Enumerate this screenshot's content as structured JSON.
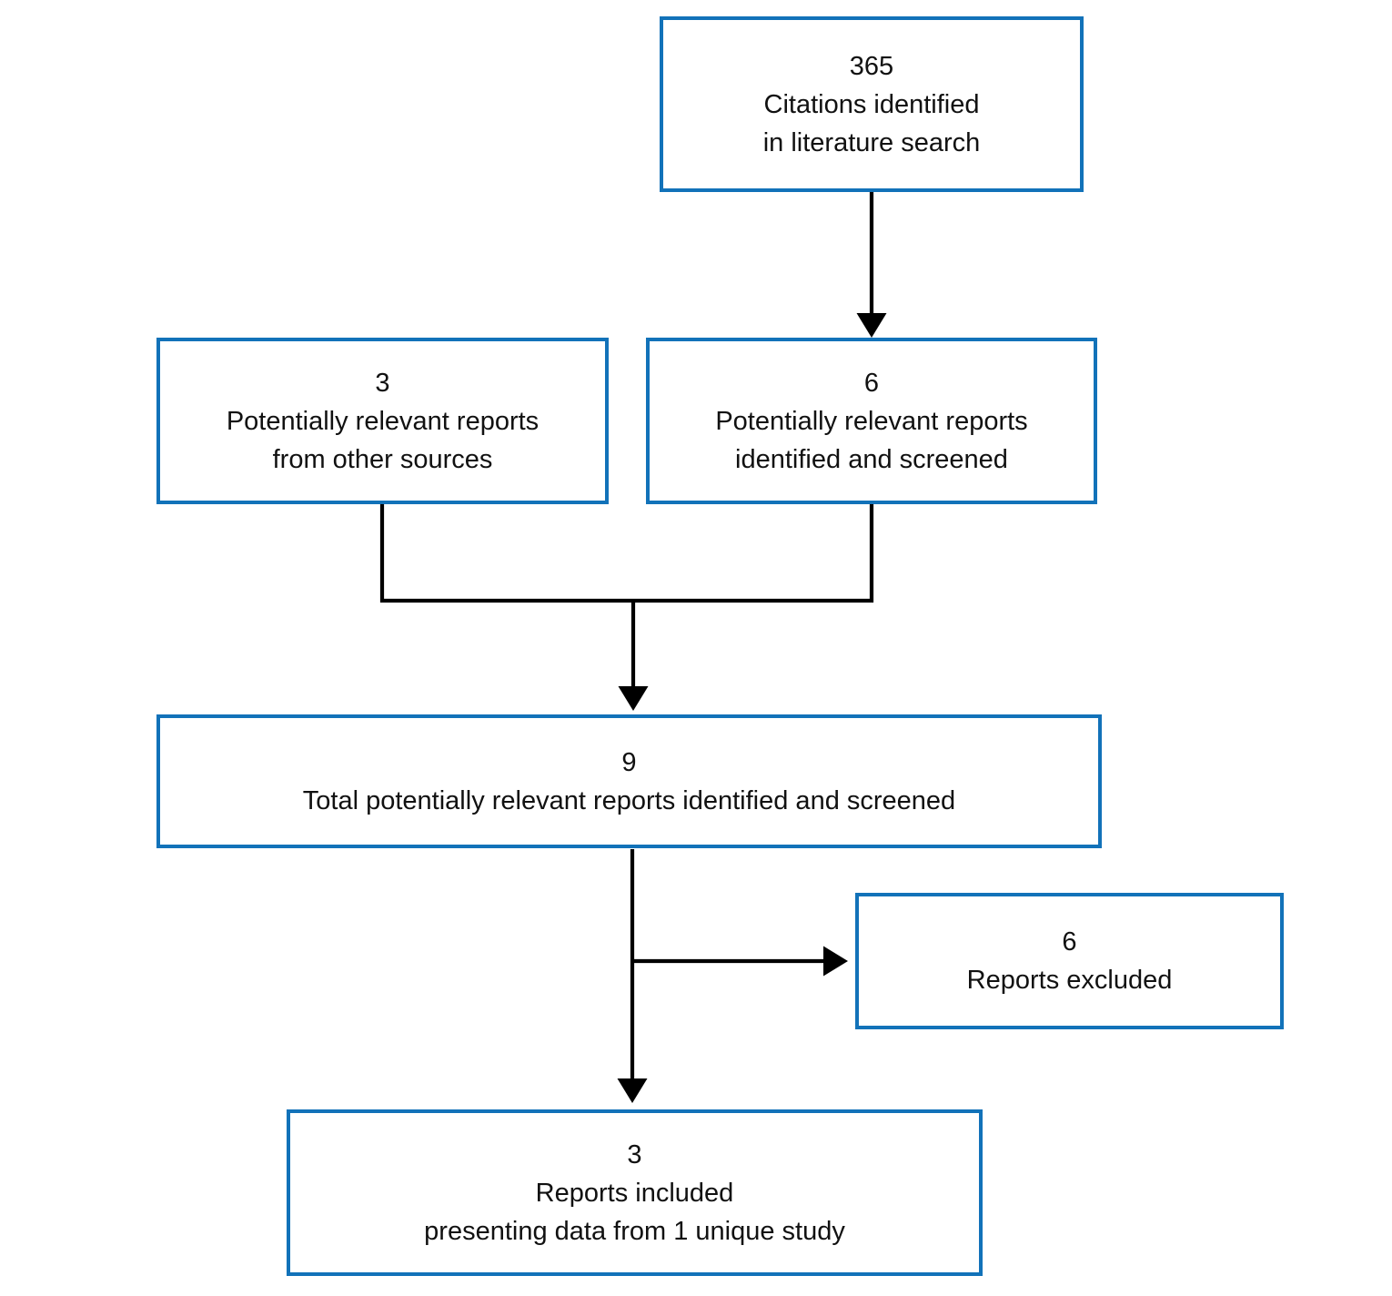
{
  "diagram": {
    "accent_color": "#1272b9",
    "line_color": "#000000",
    "text_color": "#111111",
    "background_color": "#ffffff",
    "nodes": {
      "citations": {
        "value": "365",
        "lines": [
          "Citations identified",
          "in literature search"
        ]
      },
      "other_sources": {
        "value": "3",
        "lines": [
          "Potentially relevant reports",
          "from other sources"
        ]
      },
      "screened": {
        "value": "6",
        "lines": [
          "Potentially relevant reports",
          "identified and screened"
        ]
      },
      "total": {
        "value": "9",
        "lines": [
          "Total potentially relevant reports identified and screened"
        ]
      },
      "excluded": {
        "value": "6",
        "lines": [
          "Reports excluded"
        ]
      },
      "included": {
        "value": "3",
        "lines": [
          "Reports included",
          "presenting data from 1 unique study"
        ]
      }
    },
    "edges": [
      {
        "from": "citations",
        "to": "screened"
      },
      {
        "from": "other_sources",
        "to": "total"
      },
      {
        "from": "screened",
        "to": "total"
      },
      {
        "from": "total",
        "to": "excluded"
      },
      {
        "from": "total",
        "to": "included"
      }
    ]
  }
}
